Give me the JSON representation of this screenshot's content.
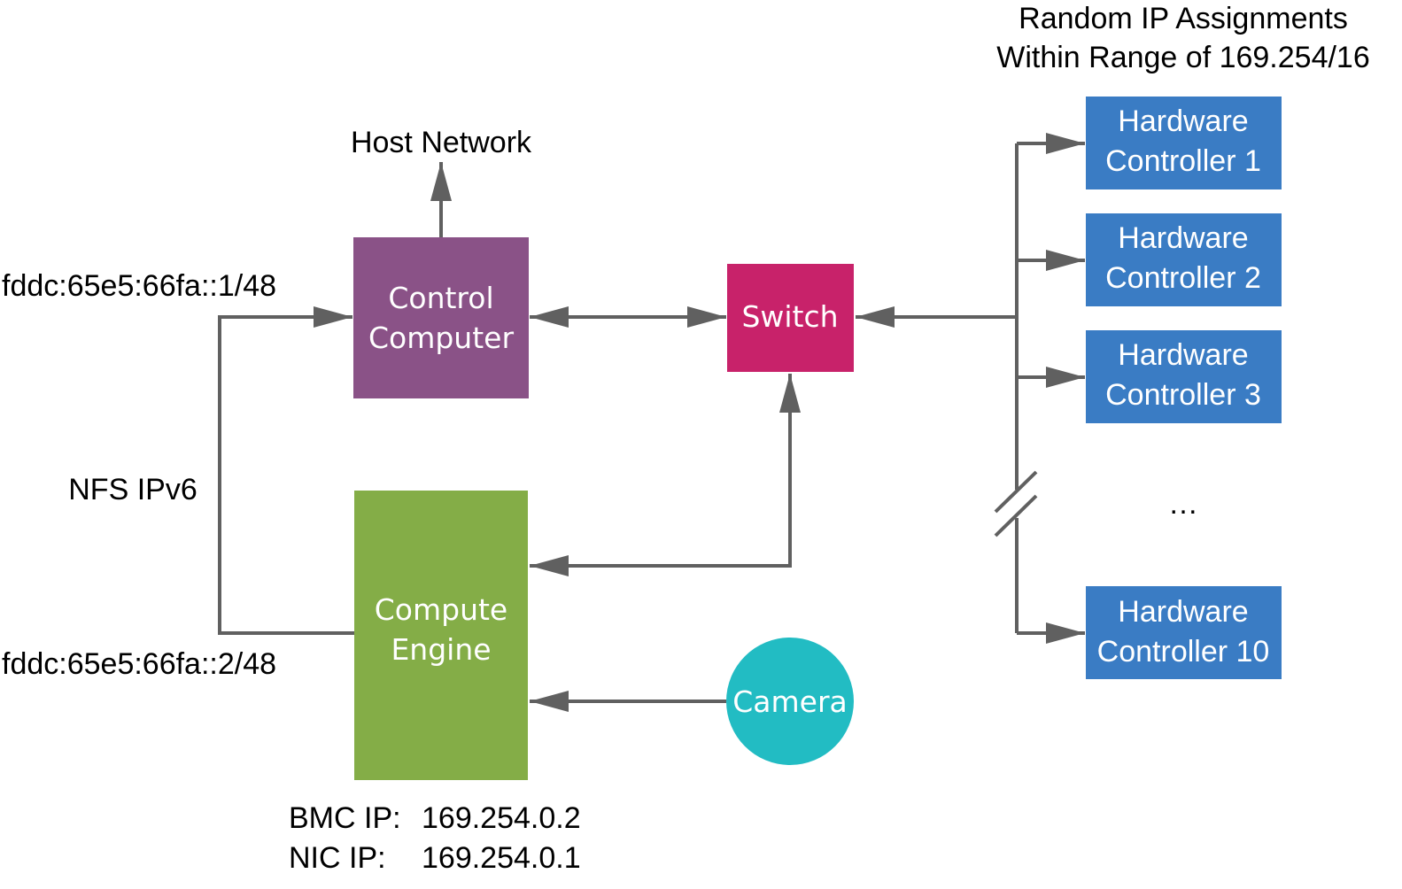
{
  "colors": {
    "arrow": "#606060",
    "text_dark": "#000000",
    "text_light": "#ffffff",
    "control_computer": "#8a5287",
    "switch": "#c8226a",
    "compute_engine": "#84ad47",
    "camera": "#22bcc3",
    "hardware_controller": "#3a7cc4"
  },
  "labels": {
    "random_ip_line1": "Random IP Assignments",
    "random_ip_line2": "Within Range of 169.254/16",
    "host_network": "Host Network",
    "ipv6_address_1": "fddc:65e5:66fa::1/48",
    "nfs_ipv6": "NFS IPv6",
    "ipv6_address_2": "fddc:65e5:66fa::2/48",
    "bmc_ip_label": "BMC IP:",
    "bmc_ip_value": "169.254.0.2",
    "nic_ip_label": "NIC IP:",
    "nic_ip_value": "169.254.0.1",
    "ellipsis": "…"
  },
  "nodes": {
    "control_computer": {
      "line1": "Control",
      "line2": "Computer"
    },
    "switch": {
      "label": "Switch"
    },
    "compute_engine": {
      "line1": "Compute",
      "line2": "Engine"
    },
    "camera": {
      "label": "Camera"
    },
    "hardware_controllers": [
      {
        "line1": "Hardware",
        "line2": "Controller 1"
      },
      {
        "line1": "Hardware",
        "line2": "Controller 2"
      },
      {
        "line1": "Hardware",
        "line2": "Controller 3"
      },
      {
        "line1": "Hardware",
        "line2": "Controller 10"
      }
    ]
  }
}
